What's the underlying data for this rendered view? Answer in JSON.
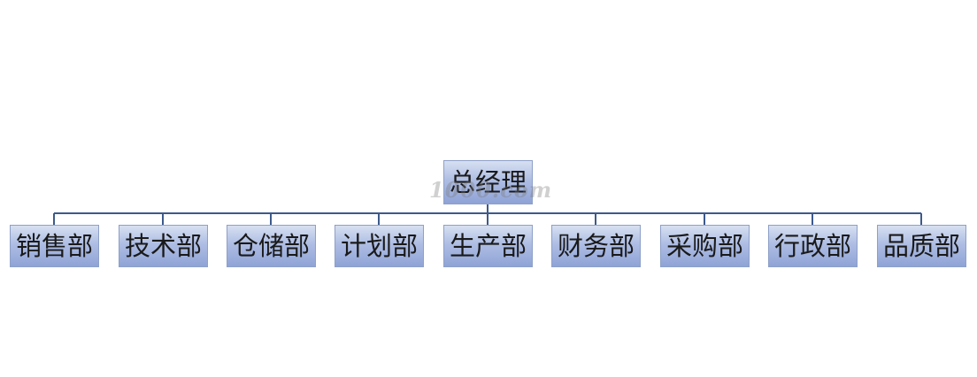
{
  "root": {
    "label": "总经理"
  },
  "departments": [
    {
      "label": "销售部"
    },
    {
      "label": "技术部"
    },
    {
      "label": "仓储部"
    },
    {
      "label": "计划部"
    },
    {
      "label": "生产部"
    },
    {
      "label": "财务部"
    },
    {
      "label": "采购部"
    },
    {
      "label": "行政部"
    },
    {
      "label": "品质部"
    }
  ],
  "watermark": {
    "text": "1000.com"
  },
  "colors": {
    "connector": "#3d5a8a",
    "box_border": "#8ea0c8",
    "box_gradient_top": "#d7e0f2",
    "box_gradient_bottom": "#8fa3d6",
    "text": "#1a1a1a"
  }
}
